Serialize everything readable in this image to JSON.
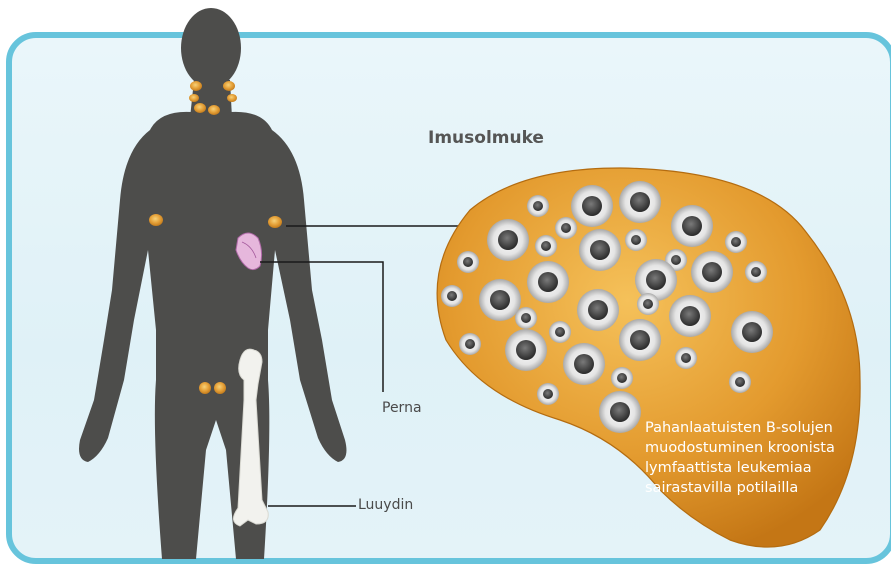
{
  "labels": {
    "lymph_node": "Imusolmuke",
    "spleen": "Perna",
    "bone_marrow": "Luuydin"
  },
  "caption_lines": [
    "Pahanlaatuisten B-solujen",
    "muodostuminen kroonista",
    "lymfaattista leukemiaa",
    "sairastavilla potilailla"
  ],
  "colors": {
    "frame": "#67c4dc",
    "background": "#e4f3f8",
    "body": "#4d4d4b",
    "node": "#e8a53c",
    "spleen": "#e6b7dc",
    "bone": "#f2f2ee",
    "callout_line": "#1a1a1a"
  }
}
